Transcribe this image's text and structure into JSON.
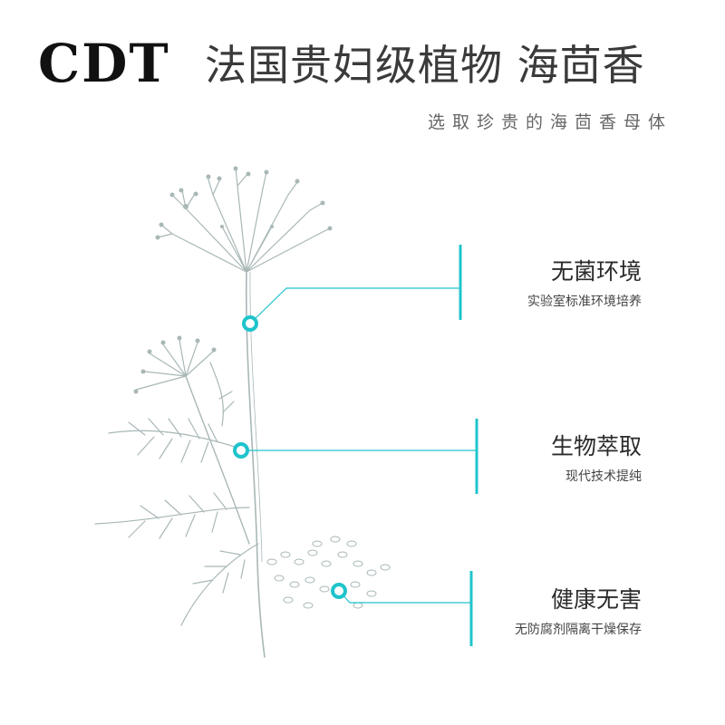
{
  "header": {
    "brand": "CDT",
    "headline": "法国贵妇级植物 海茴香",
    "subhead": "选取珍贵的海茴香母体"
  },
  "features": [
    {
      "title": "无菌环境",
      "desc": "实验室标准环境培养"
    },
    {
      "title": "生物萃取",
      "desc": "现代技术提纯"
    },
    {
      "title": "健康无害",
      "desc": "无防腐剂隔离干燥保存"
    }
  ],
  "colors": {
    "accent": "#1fc4cc",
    "plant": "#a9b7b7"
  }
}
